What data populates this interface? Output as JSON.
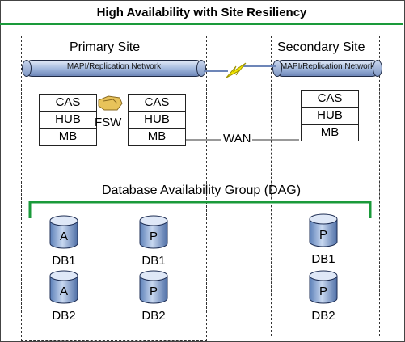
{
  "title": "High Availability with Site Resiliency",
  "primary_site": {
    "label": "Primary Site",
    "network_label": "MAPI/Replication Network",
    "server1": [
      "CAS",
      "HUB",
      "MB"
    ],
    "server2": [
      "CAS",
      "HUB",
      "MB"
    ],
    "witness_label": "FSW"
  },
  "secondary_site": {
    "label": "Secondary Site",
    "network_label": "MAPI/Replication Network",
    "server": [
      "CAS",
      "HUB",
      "MB"
    ]
  },
  "wan_label": "WAN",
  "dag_label": "Database Availability Group (DAG)",
  "databases": {
    "primary_a1": {
      "letter": "A",
      "name": "DB1"
    },
    "primary_p1": {
      "letter": "P",
      "name": "DB1"
    },
    "primary_a2": {
      "letter": "A",
      "name": "DB2"
    },
    "primary_p2": {
      "letter": "P",
      "name": "DB2"
    },
    "secondary_p1": {
      "letter": "P",
      "name": "DB1"
    },
    "secondary_p2": {
      "letter": "P",
      "name": "DB2"
    }
  },
  "colors": {
    "accent_green": "#1a9a3a",
    "network_blue": "#7f97c4",
    "lightning_yellow": "#f2e600",
    "database_blue": "#6d8fc4"
  }
}
